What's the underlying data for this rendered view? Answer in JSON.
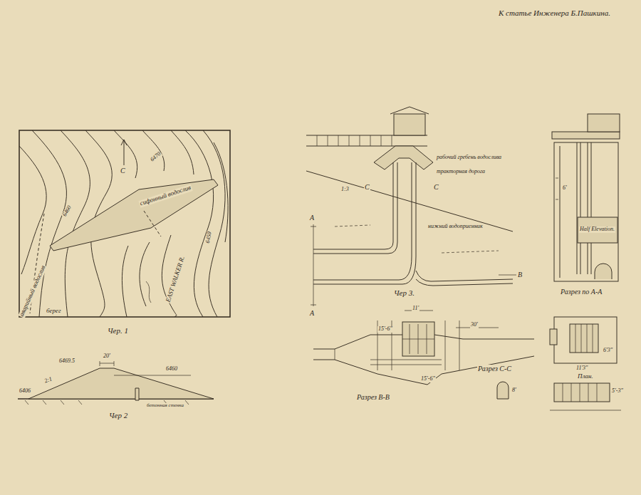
{
  "diagram": {
    "title": "К статье Инженера Б.Пашкина.",
    "labels": [
      "С",
      "сифонный водослив",
      "EAST WALKER R.",
      "аварийный водослив",
      "берег",
      "6460",
      "6450",
      "6470",
      "Чер. 1",
      "6469.5",
      "20'",
      "6460",
      "6406",
      "2:1",
      "бетонная стенка",
      "Чер 2",
      "рабочий гребень водослива",
      "тракторная дорога",
      "1:3",
      "С",
      "С",
      "нижний водоприемник",
      "А",
      "А",
      "B",
      "Чер 3.",
      "11'",
      "15'-6\"",
      "30'",
      "15'-6\"",
      "Разрез В-В",
      "Разрез С-С",
      "8'",
      "6'",
      "Half Elevation.",
      "Разрез по А-А",
      "6'3\"",
      "11'3\"",
      "План.",
      "5'-3\""
    ]
  }
}
